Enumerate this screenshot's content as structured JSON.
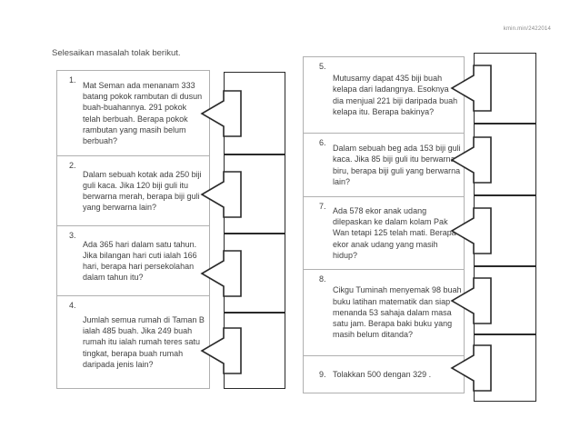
{
  "doc": {
    "ref_number": "kmin.min/2422014",
    "instruction": "Selesaikan masalah tolak berikut."
  },
  "problems_left": [
    {
      "num": "1.",
      "text": "Mat Seman ada menanam 333 batang pokok rambutan di dusun buah-buahannya. 291 pokok telah berbuah. Berapa pokok rambutan yang masih belum berbuah?"
    },
    {
      "num": "2.",
      "text": "Dalam sebuah kotak ada 250 biji guli kaca. Jika 120 biji guli itu berwarna merah, berapa biji guli yang berwarna lain?"
    },
    {
      "num": "3.",
      "text": "Ada 365 hari dalam satu tahun. Jika bilangan hari cuti ialah 166 hari, berapa hari persekolahan dalam tahun itu?"
    },
    {
      "num": "4.",
      "text": "Jumlah semua rumah di Taman B ialah 485 buah. Jika 249 buah rumah itu ialah rumah teres satu tingkat, berapa buah rumah daripada jenis lain?"
    }
  ],
  "problems_right": [
    {
      "num": "5.",
      "text": "Mutusamy dapat 435 biji buah kelapa dari ladangnya. Esoknya dia menjual 221 biji daripada buah kelapa itu. Berapa bakinya?"
    },
    {
      "num": "6.",
      "text": "Dalam sebuah beg ada 153 biji guli kaca. Jika 85 biji guli itu berwarna biru, berapa biji guli yang berwarna lain?"
    },
    {
      "num": "7.",
      "text": "Ada 578 ekor anak udang dilepaskan ke dalam kolam Pak Wan tetapi 125 telah mati. Berapa ekor anak udang yang masih hidup?"
    },
    {
      "num": "8.",
      "text": "Cikgu Tuminah menyemak 98 buah buku latihan matematik dan siap menanda 53 sahaja dalam masa satu jam. Berapa baki buku yang masih belum ditanda?"
    },
    {
      "num": "9.",
      "text": "Tolakkan 500 dengan 329 ."
    }
  ]
}
